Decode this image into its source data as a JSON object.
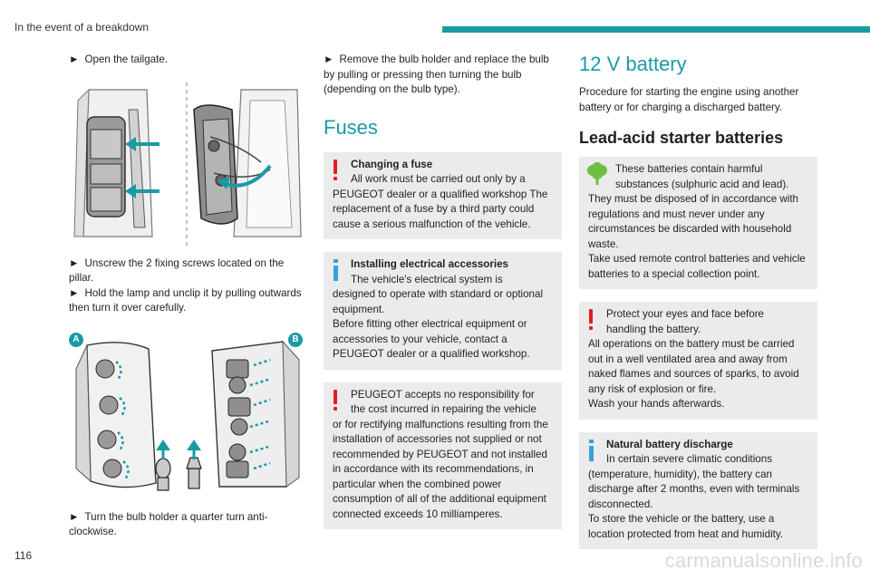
{
  "header": {
    "title": "In the event of a breakdown"
  },
  "footer": {
    "page_number": "116",
    "watermark": "carmanualsonline.info"
  },
  "col1": {
    "step1": "Open the tailgate.",
    "step2": "Unscrew the 2 fixing screws located on the pillar.",
    "step3": "Hold the lamp and unclip it by pulling outwards then turn it over carefully.",
    "fig2_label_a": "A",
    "fig2_label_b": "B",
    "step4": "Turn the bulb holder a quarter turn anti-clockwise."
  },
  "col2": {
    "step5": "Remove the bulb holder and replace the bulb by pulling or pressing then turning the bulb (depending on the bulb type).",
    "fuses_heading": "Fuses",
    "box1": {
      "title": "Changing a fuse",
      "line1": "All work must be carried out only by a",
      "rest": "PEUGEOT dealer or a qualified workshop The replacement of a fuse by a third party could cause a serious malfunction of the vehicle."
    },
    "box2": {
      "title": "Installing electrical accessories",
      "line1": "The vehicle's electrical system is",
      "rest": "designed to operate with standard or optional equipment.",
      "rest2": "Before fitting other electrical equipment or accessories to your vehicle, contact a PEUGEOT dealer or a qualified workshop."
    },
    "box3": {
      "line1": "PEUGEOT accepts no responsibility for",
      "line2": "the cost incurred in repairing the vehicle",
      "rest": "or for rectifying malfunctions resulting from the installation of accessories not supplied or not recommended by PEUGEOT and not installed in accordance with its recommendations, in particular when the combined power consumption of all of the additional equipment connected exceeds 10 milliamperes."
    }
  },
  "col3": {
    "battery_heading": "12 V battery",
    "intro": "Procedure for starting the engine using another battery or for charging a discharged battery.",
    "lead_heading": "Lead-acid starter batteries",
    "box1": {
      "line1": "These batteries contain harmful",
      "line2": "substances (sulphuric acid and lead).",
      "rest": "They must be disposed of in accordance with regulations and must never under any circumstances be discarded with household waste.",
      "rest2": "Take used remote control batteries and vehicle batteries to a special collection point."
    },
    "box2": {
      "line1": "Protect your eyes and face before",
      "line2": "handling the battery.",
      "rest": "All operations on the battery must be carried out in a well ventilated area and away from naked flames and sources of sparks, to avoid any risk of explosion or fire.",
      "rest2": "Wash your hands afterwards."
    },
    "box3": {
      "title": "Natural battery discharge",
      "line1": "In certain severe climatic conditions",
      "rest": "(temperature, humidity), the battery can discharge after 2 months, even with terminals disconnected.",
      "rest2": "To store the vehicle or the battery, use a location protected from heat and humidity."
    }
  },
  "icons": {
    "step": "black-right-pointer",
    "warning": "exclamation-icon",
    "info": "info-icon",
    "environment": "tree-icon"
  },
  "colors": {
    "accent": "#1a9ba4",
    "warning": "#e31c23",
    "info": "#3aa0d8",
    "box_bg": "#ebebeb",
    "eco": "#6cbe45"
  }
}
